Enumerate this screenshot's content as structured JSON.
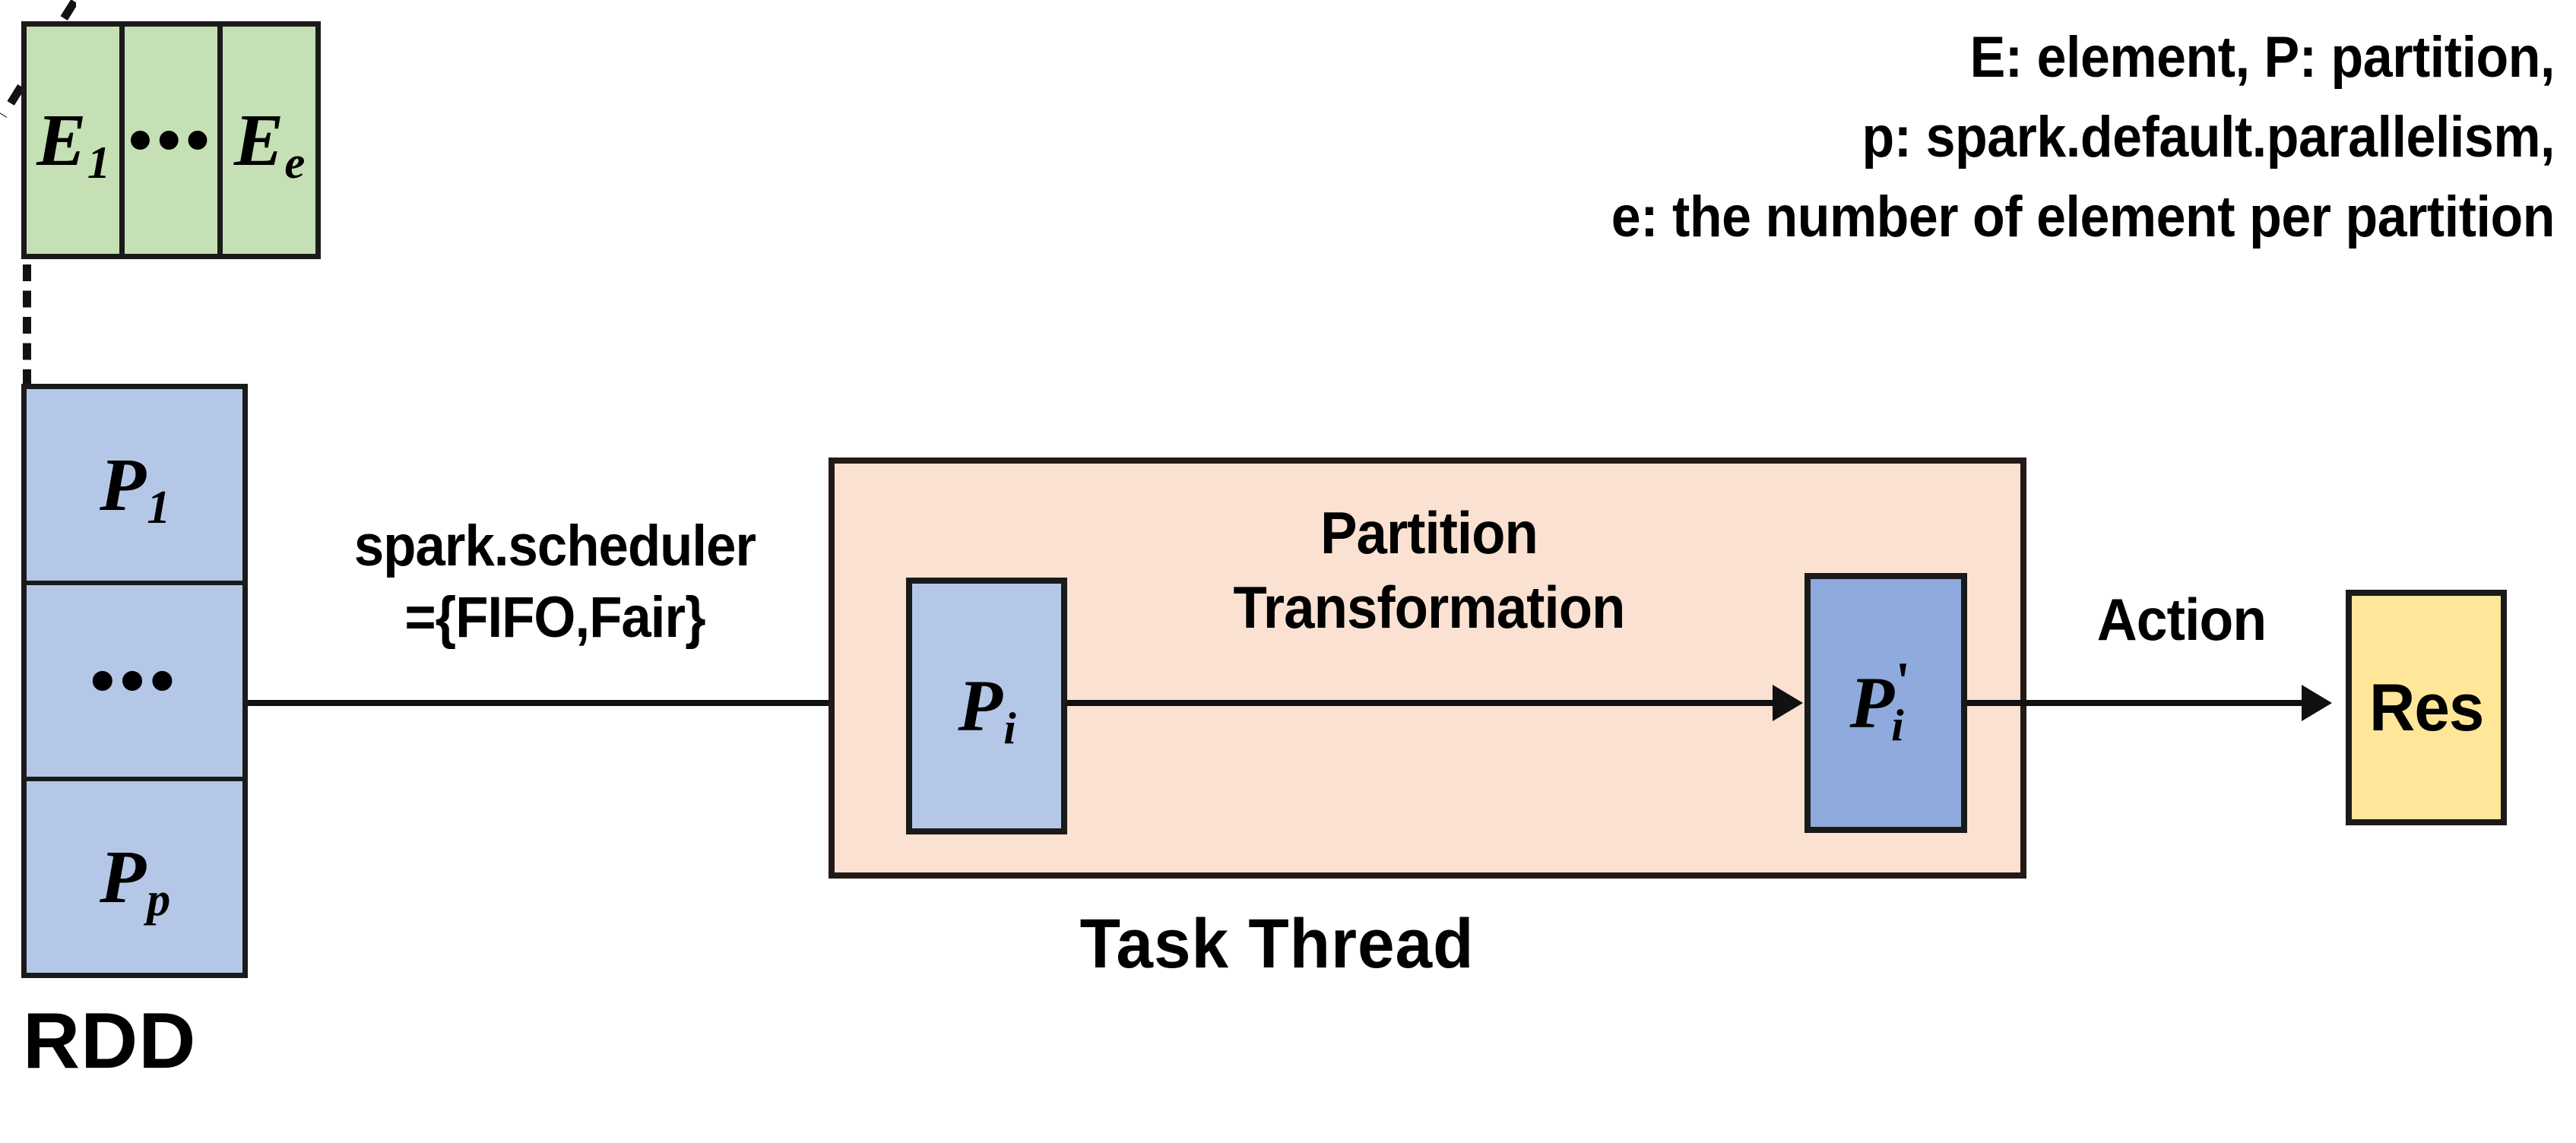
{
  "diagram": {
    "title": "Spark RDD partition transformation pipeline",
    "colors": {
      "element_green": "#c5e0b4",
      "partition_blue": "#b4c7e7",
      "partition_transformed_blue": "#8faadc",
      "task_thread_peach": "#fae1d2",
      "result_yellow": "#ffe699",
      "stroke_black": "#1a1a1a"
    }
  },
  "element_strip": {
    "cells": [
      {
        "base": "E",
        "sub": "1"
      },
      {
        "base": "…",
        "sub": ""
      },
      {
        "base": "E",
        "sub": "e"
      }
    ],
    "ellipsis": "•••"
  },
  "rdd": {
    "label": "RDD",
    "cells": [
      {
        "base": "P",
        "sub": "1"
      },
      {
        "base": "…",
        "sub": ""
      },
      {
        "base": "P",
        "sub": "p"
      }
    ],
    "ellipsis": "•••"
  },
  "legend": {
    "lines": [
      "E: element, P: partition,",
      "p: spark.default.parallelism,",
      "e: the number of element per partition"
    ]
  },
  "scheduler": {
    "lines": [
      "spark.scheduler",
      "={FIFO,Fair}"
    ]
  },
  "task_thread": {
    "label": "Task Thread",
    "transformation_lines": [
      "Partition",
      "Transformation"
    ],
    "partition_in": {
      "base": "P",
      "sub": "i"
    },
    "partition_out": {
      "base": "P",
      "prime": "'",
      "sub": "i"
    }
  },
  "action": {
    "label": "Action"
  },
  "result": {
    "label": "Res"
  }
}
